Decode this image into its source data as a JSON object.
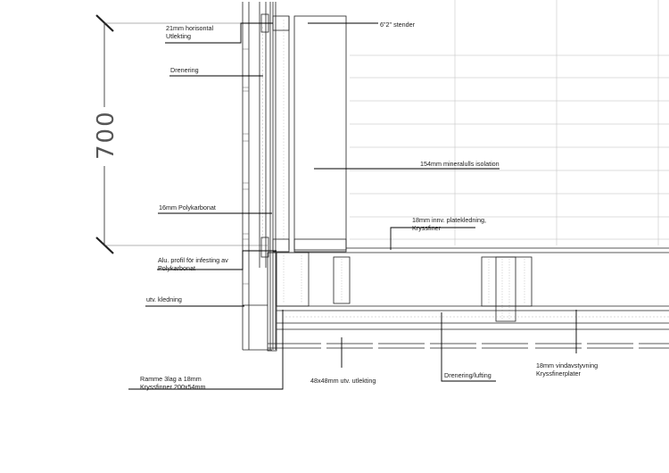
{
  "dimension": {
    "value": "700"
  },
  "labels": {
    "horizontal_strapping": [
      "21mm horisontal",
      "Utlekting"
    ],
    "stud": "6\"2\" stender",
    "drainage": "Drenering",
    "mineral_wool": "154mm mineralulls isolation",
    "polycarbonate": "16mm Polykarbonat",
    "inner_cladding": [
      "18mm innv. platekledning,",
      "Kryssfiner"
    ],
    "alu_profile": [
      "Alu. profil för infesting av",
      "Polykarbonat"
    ],
    "outer_cladding": "utv. kledning",
    "frame": [
      "Ramme 3lag a 18mm",
      "Kryssfinner 200x54mm"
    ],
    "battens": "48x48mm utv. utlekting",
    "drainage_ventilation": "Drenering/lufting",
    "wind_bracing": [
      "18mm vindavstyvning",
      "Kryssfinerplater"
    ]
  }
}
